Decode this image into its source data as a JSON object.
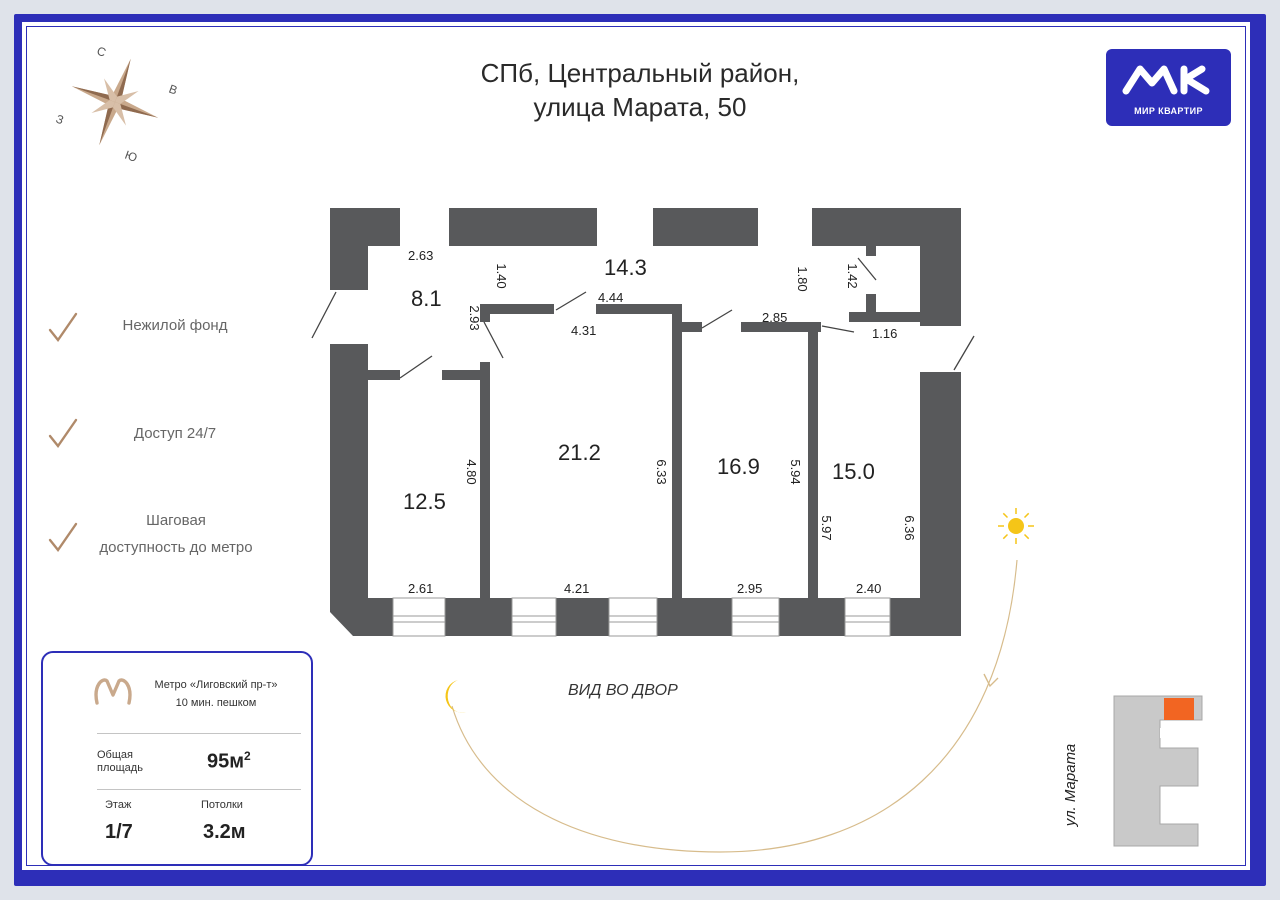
{
  "title": {
    "line1": "СПб, Центральный район,",
    "line2": "улица Марата, 50"
  },
  "logo": {
    "name": "МИР КВАРТИР"
  },
  "compass": {
    "north": "С",
    "east": "В",
    "south": "Ю",
    "west": "З"
  },
  "features": [
    {
      "label": "Нежилой фонд"
    },
    {
      "label": "Доступ 24/7"
    },
    {
      "label": "Шаговая",
      "label2": "доступность до метро"
    }
  ],
  "info": {
    "metro_name": "Метро «Лиговский пр-т»",
    "metro_walk": "10 мин. пешком",
    "area_label_1": "Общая",
    "area_label_2": "площадь",
    "area_value": "95м",
    "area_unit_sup": "2",
    "floor_label": "Этаж",
    "floor_value": "1/7",
    "ceiling_label": "Потолки",
    "ceiling_value": "3.2м"
  },
  "plan": {
    "rooms": [
      {
        "id": "r81",
        "area": "8.1"
      },
      {
        "id": "r143",
        "area": "14.3"
      },
      {
        "id": "r125",
        "area": "12.5"
      },
      {
        "id": "r212",
        "area": "21.2"
      },
      {
        "id": "r169",
        "area": "16.9"
      },
      {
        "id": "r150",
        "area": "15.0"
      }
    ],
    "dimensions": [
      "2.63",
      "1.40",
      "2.93",
      "4.44",
      "4.31",
      "1.80",
      "1.42",
      "2.85",
      "1.16",
      "4.80",
      "6.33",
      "5.94",
      "5.97",
      "6.36",
      "2.61",
      "4.21",
      "2.95",
      "2.40"
    ],
    "courtyard_label": "ВИД ВО ДВОР"
  },
  "street_label": "ул. Марата",
  "colors": {
    "brand": "#2d2eb8",
    "wall": "#58595b",
    "accent": "#b08a6a",
    "highlight": "#f26522",
    "sun": "#f5c518"
  }
}
